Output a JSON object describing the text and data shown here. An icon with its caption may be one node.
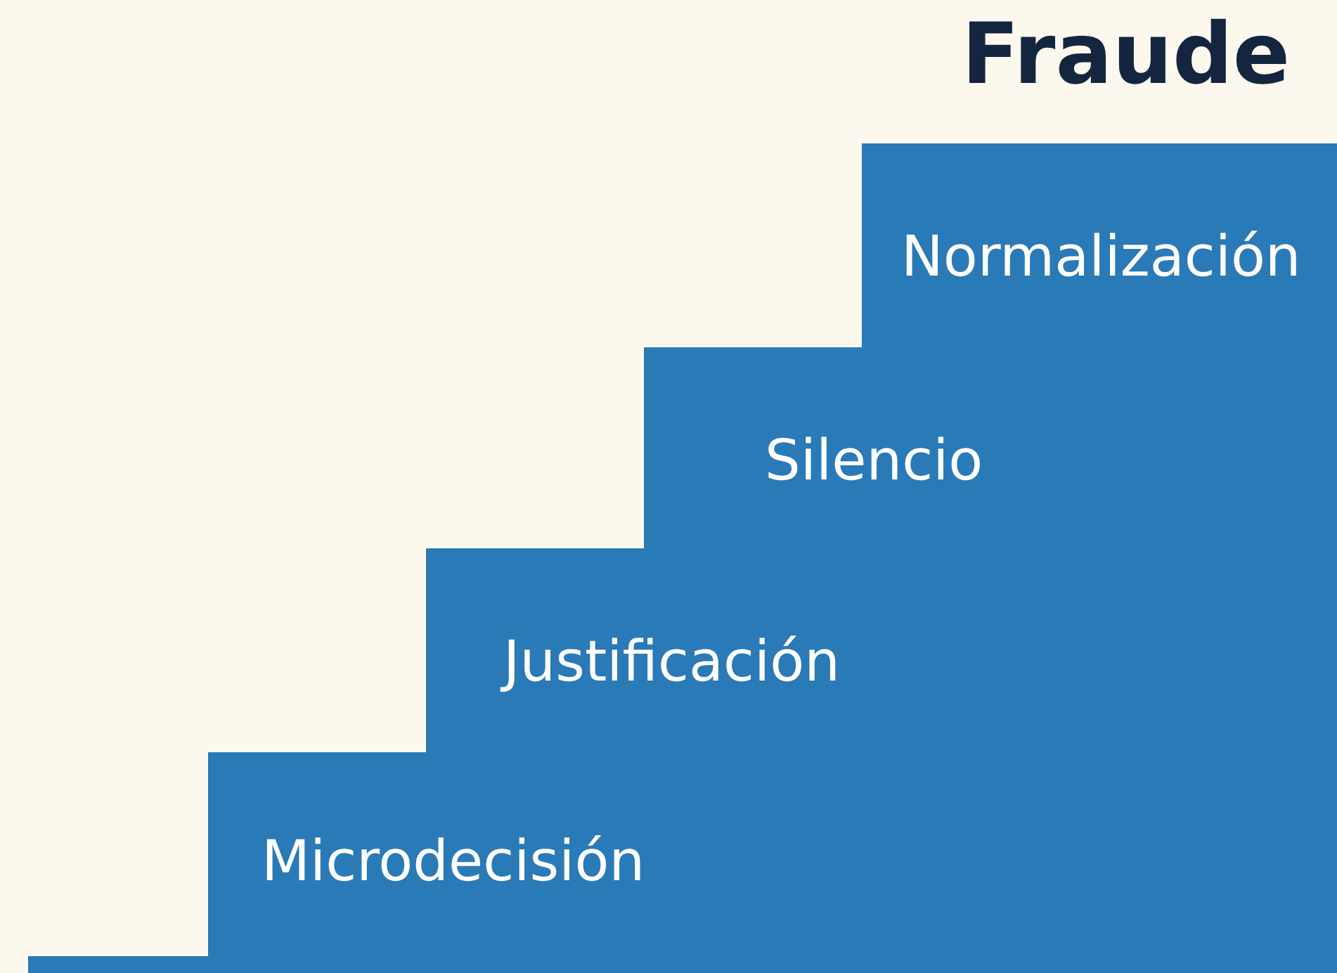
{
  "diagram": {
    "title": "Fraude",
    "nodes": [
      {
        "text": [],
        "shape": "bar"
      },
      {
        "text": [
          "Microdecisión"
        ]
      },
      {
        "text": [
          "Justificación"
        ]
      },
      {
        "text": [
          "Silencio"
        ]
      },
      {
        "text": [
          "Normalización"
        ]
      }
    ]
  }
}
